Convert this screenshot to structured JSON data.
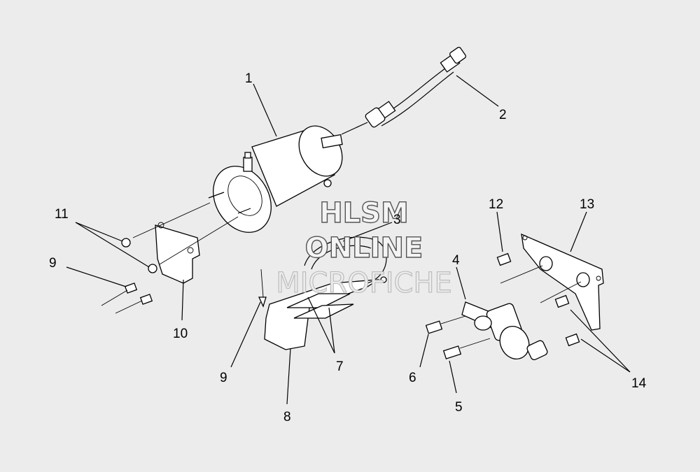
{
  "watermark": {
    "line1": "HLSM",
    "line2": "ONLINE",
    "line3": "MICROFICHE"
  },
  "callouts": {
    "c1": "1",
    "c2": "2",
    "c3": "3",
    "c4": "4",
    "c5": "5",
    "c6": "6",
    "c7": "7",
    "c8": "8",
    "c9a": "9",
    "c9b": "9",
    "c10": "10",
    "c11": "11",
    "c12": "12",
    "c13": "13",
    "c14": "14"
  }
}
